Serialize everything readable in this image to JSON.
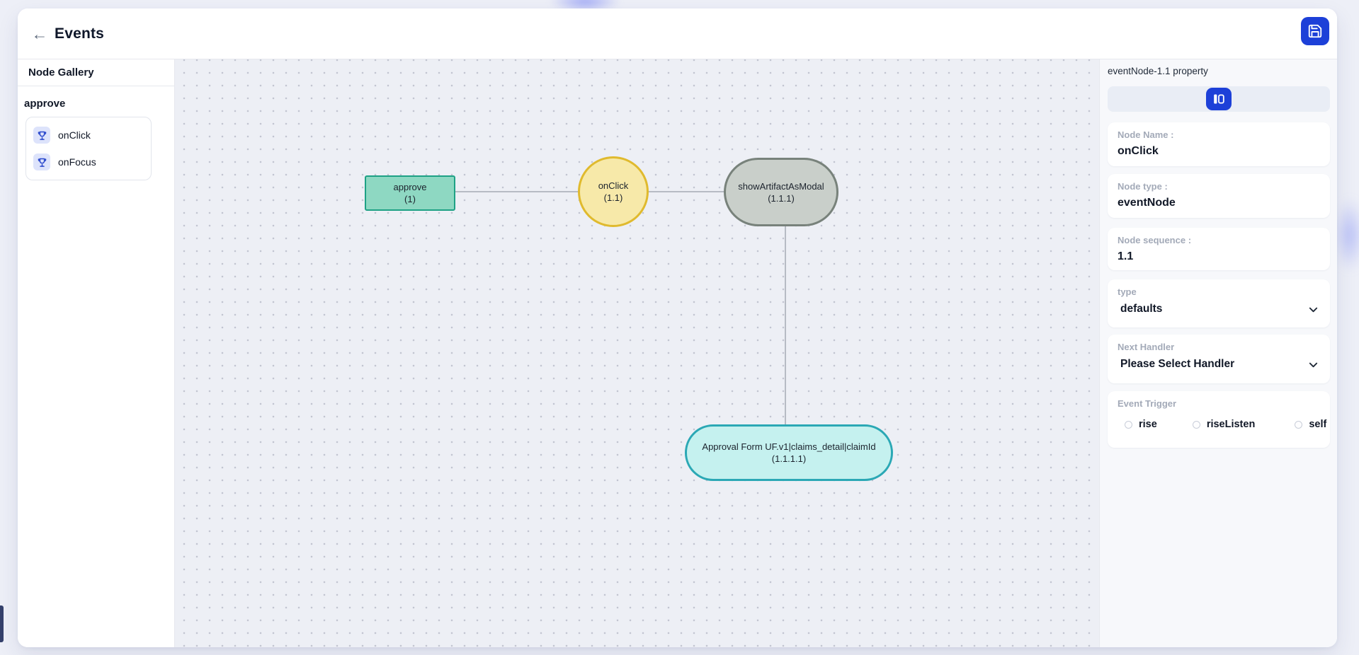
{
  "header": {
    "title": "Events"
  },
  "sidebar": {
    "title": "Node Gallery",
    "group_label": "approve",
    "items": [
      {
        "label": "onClick",
        "icon": "trophy-icon"
      },
      {
        "label": "onFocus",
        "icon": "trophy-icon"
      }
    ]
  },
  "canvas": {
    "nodes": [
      {
        "label": "approve",
        "sublabel": "(1)",
        "shape": "rectangle",
        "fill": "#8ed8c2",
        "border": "#1ea185"
      },
      {
        "label": "onClick",
        "sublabel": "(1.1)",
        "shape": "circle",
        "fill": "#f7e9a9",
        "border": "#e0ba2e"
      },
      {
        "label": "showArtifactAsModal",
        "sublabel": "(1.1.1)",
        "shape": "stadium",
        "fill": "#c9cfca",
        "border": "#78827b"
      },
      {
        "label": "Approval Form UF.v1|claims_detail|claimId",
        "sublabel": "(1.1.1.1)",
        "shape": "stadium",
        "fill": "#c5f1ef",
        "border": "#2ba8b5"
      }
    ]
  },
  "properties": {
    "title": "eventNode-1.1 property",
    "fields": [
      {
        "label": "Node Name :",
        "value": "onClick",
        "type": "text"
      },
      {
        "label": "Node type :",
        "value": "eventNode",
        "type": "text"
      },
      {
        "label": "Node sequence :",
        "value": "1.1",
        "type": "text"
      },
      {
        "label": "type",
        "value": "defaults",
        "type": "select"
      },
      {
        "label": "Next Handler",
        "value": "Please Select Handler",
        "type": "select"
      },
      {
        "label": "Event Trigger",
        "type": "radio-group",
        "options": [
          "rise",
          "riseListen",
          "self"
        ],
        "selected": null
      }
    ]
  },
  "colors": {
    "accent_blue": "#1d40d8",
    "icon_chip_bg": "#dde3fb",
    "canvas_bg": "#edeff5",
    "panel_bg": "#f7f8fb",
    "edge_gray": "#b7bbc4"
  }
}
